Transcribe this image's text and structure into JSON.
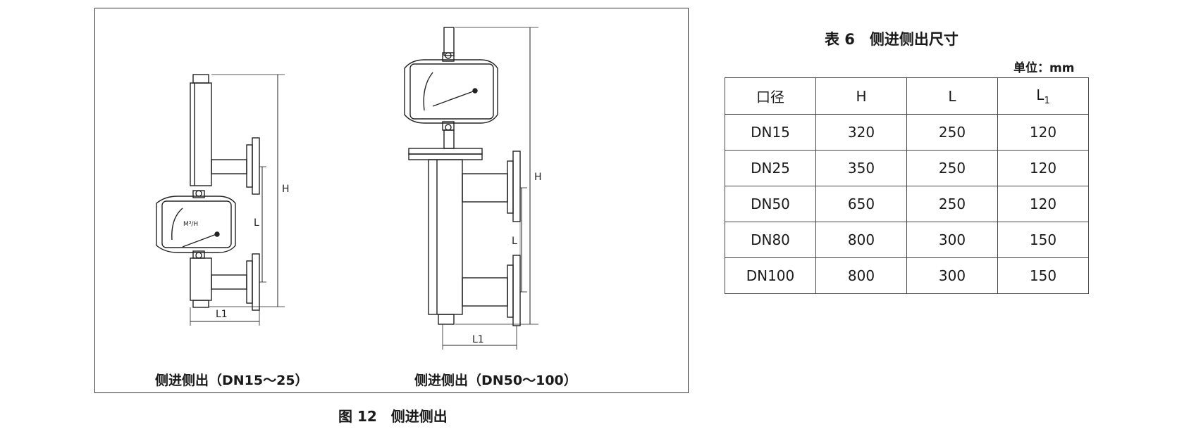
{
  "figure": {
    "left_caption": "侧进侧出（DN15～25）",
    "right_caption": "侧进侧出（DN50～100）",
    "caption": "图 12　侧进侧出",
    "dim_labels": {
      "H": "H",
      "L": "L",
      "L1": "L1"
    },
    "gauge_unit_text": "M³/H"
  },
  "table": {
    "title": "表 6　侧进侧出尺寸",
    "unit": "单位：mm",
    "headers": [
      "口径",
      "H",
      "L",
      "L",
      "1"
    ],
    "rows": [
      [
        "DN15",
        "320",
        "250",
        "120"
      ],
      [
        "DN25",
        "350",
        "250",
        "120"
      ],
      [
        "DN50",
        "650",
        "250",
        "120"
      ],
      [
        "DN80",
        "800",
        "300",
        "150"
      ],
      [
        "DN100",
        "800",
        "300",
        "150"
      ]
    ]
  }
}
